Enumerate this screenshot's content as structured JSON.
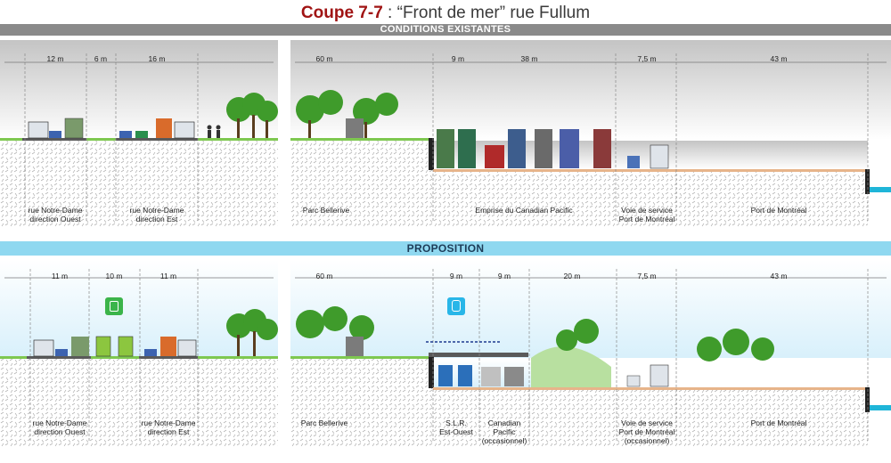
{
  "title": {
    "code": "Coupe 7-7",
    "separator": " : ",
    "name": "“Front de mer” rue Fullum"
  },
  "sections": {
    "existing": "CONDITIONS EXISTANTES",
    "proposal": "PROPOSITION"
  },
  "existing": {
    "left_dims": [
      "12 m",
      "6 m",
      "16 m"
    ],
    "right_dims": [
      "60 m",
      "9 m",
      "38 m",
      "7,5 m",
      "43 m"
    ],
    "left_labels": [
      "rue Notre-Dame\ndirection Ouest",
      "rue Notre-Dame\ndirection Est"
    ],
    "right_labels": [
      "Parc Bellerive",
      "Emprise du Canadian Pacific",
      "Voie de service\nPort de Montréal",
      "Port de Montréal"
    ]
  },
  "proposal": {
    "left_dims": [
      "11 m",
      "10 m",
      "11 m"
    ],
    "right_dims": [
      "60 m",
      "9 m",
      "9 m",
      "20 m",
      "7,5 m",
      "43 m"
    ],
    "left_labels": [
      "rue Notre-Dame\ndirection Ouest",
      "rue Notre-Dame\ndirection Est"
    ],
    "right_labels": [
      "Parc Bellerive",
      "S.L.R.\nEst-Ouest",
      "Canadian\nPacific\n(occasionnel)",
      "Voie de service\nPort de Montréal\n(occasionnel)",
      "Port de Montréal"
    ]
  },
  "icons": [
    "tram-icon",
    "train-icon"
  ],
  "colors": {
    "title_red": "#a01414",
    "existing_banner": "#8a8a8a",
    "proposal_banner": "#8fd8f0",
    "grass": "#7ec850",
    "water": "#1fb5d8",
    "ground_line": "#e7b48a"
  }
}
